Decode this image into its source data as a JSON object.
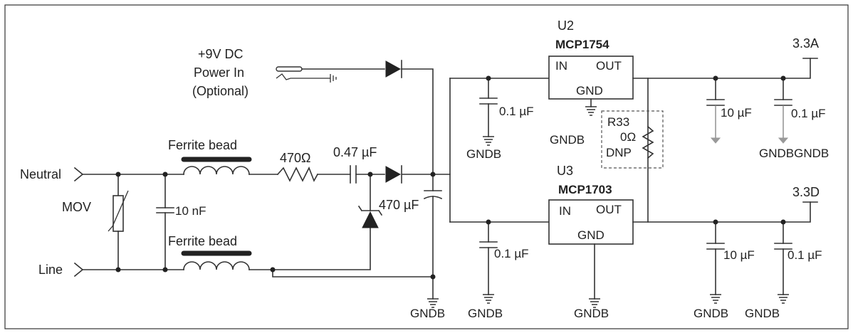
{
  "labels": {
    "neutral": "Neutral",
    "line": "Line",
    "mov": "MOV",
    "cap_10nf": "10 nF",
    "bead_top": "Ferrite bead",
    "bead_bottom": "Ferrite bead",
    "res_470": "470Ω",
    "cap_047": "0.47 µF",
    "cap_470": "470 µF",
    "dc_line1": "+9V DC",
    "dc_line2": "Power In",
    "dc_line3": "(Optional)",
    "u2_ref": "U2",
    "u2_part": "MCP1754",
    "u3_ref": "U3",
    "u3_part": "MCP1703",
    "pin_in_u2": "IN",
    "pin_out_u2": "OUT",
    "pin_gnd_u2": "GND",
    "pin_in_u3": "IN",
    "pin_out_u3": "OUT",
    "pin_gnd_u3": "GND",
    "r33_ref": "R33",
    "r33_val": "0Ω",
    "r33_dnp": "DNP",
    "cap_01_top_left": "0.1 µF",
    "cap_01_bottom_left": "0.1 µF",
    "cap_10_top": "10 µF",
    "cap_01_top_right": "0.1 µF",
    "cap_10_bottom": "10 µF",
    "cap_01_bottom_right": "0.1 µF",
    "rail_3_3a": "3.3A",
    "rail_3_3d": "3.3D",
    "gndb_cap01_top": "GNDB",
    "gndb_u2": "GNDB",
    "gndb_right_top": "GNDBGNDB",
    "gndb_main": "GNDB",
    "gndb_cap01_bottom": "GNDB",
    "gndb_u3": "GNDB",
    "gndb_cap10_bottom": "GNDB",
    "gndb_cap01_bottom_right": "GNDB"
  },
  "colors": {
    "wire": "#333333",
    "analog_ground": "#888888",
    "border": "#333333"
  }
}
